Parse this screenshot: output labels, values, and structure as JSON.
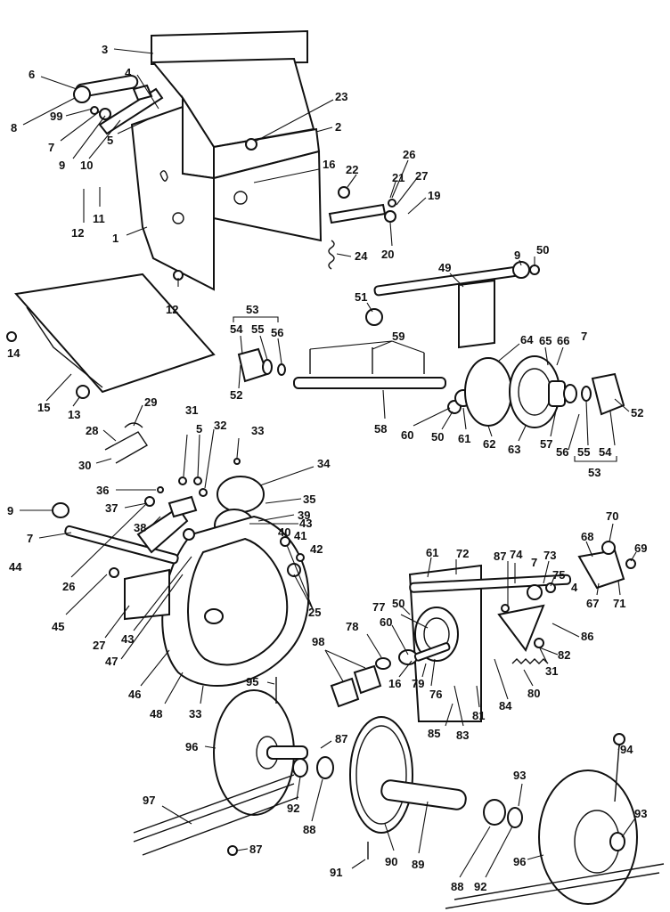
{
  "callouts": [
    {
      "id": "1",
      "text": "1",
      "x": 0,
      "y": 0
    },
    {
      "id": "2",
      "text": "2"
    },
    {
      "id": "3",
      "text": "3"
    },
    {
      "id": "4a",
      "text": "4"
    },
    {
      "id": "4b",
      "text": "4"
    },
    {
      "id": "5a",
      "text": "5"
    },
    {
      "id": "5b",
      "text": "5"
    },
    {
      "id": "6",
      "text": "6"
    },
    {
      "id": "7a",
      "text": "7"
    },
    {
      "id": "7b",
      "text": "7"
    },
    {
      "id": "7c",
      "text": "7"
    },
    {
      "id": "7d",
      "text": "7"
    },
    {
      "id": "8",
      "text": "8"
    },
    {
      "id": "9a",
      "text": "9"
    },
    {
      "id": "9b",
      "text": "9"
    },
    {
      "id": "9c",
      "text": "9"
    },
    {
      "id": "10",
      "text": "10"
    },
    {
      "id": "11",
      "text": "11"
    },
    {
      "id": "12a",
      "text": "12"
    },
    {
      "id": "12b",
      "text": "12"
    },
    {
      "id": "13",
      "text": "13"
    },
    {
      "id": "14",
      "text": "14"
    },
    {
      "id": "15",
      "text": "15"
    },
    {
      "id": "16a",
      "text": "16"
    },
    {
      "id": "16b",
      "text": "16"
    },
    {
      "id": "19",
      "text": "19"
    },
    {
      "id": "20",
      "text": "20"
    },
    {
      "id": "21",
      "text": "21"
    },
    {
      "id": "22",
      "text": "22"
    },
    {
      "id": "23",
      "text": "23"
    },
    {
      "id": "24",
      "text": "24"
    },
    {
      "id": "25",
      "text": "25"
    },
    {
      "id": "26a",
      "text": "26"
    },
    {
      "id": "26b",
      "text": "26"
    },
    {
      "id": "27a",
      "text": "27"
    },
    {
      "id": "27b",
      "text": "27"
    },
    {
      "id": "28",
      "text": "28"
    },
    {
      "id": "29",
      "text": "29"
    },
    {
      "id": "30",
      "text": "30"
    },
    {
      "id": "31a",
      "text": "31"
    },
    {
      "id": "31b",
      "text": "31"
    },
    {
      "id": "32",
      "text": "32"
    },
    {
      "id": "33a",
      "text": "33"
    },
    {
      "id": "33b",
      "text": "33"
    },
    {
      "id": "34",
      "text": "34"
    },
    {
      "id": "35",
      "text": "35"
    },
    {
      "id": "36",
      "text": "36"
    },
    {
      "id": "37",
      "text": "37"
    },
    {
      "id": "38",
      "text": "38"
    },
    {
      "id": "39",
      "text": "39"
    },
    {
      "id": "40",
      "text": "40"
    },
    {
      "id": "41",
      "text": "41"
    },
    {
      "id": "42",
      "text": "42"
    },
    {
      "id": "43a",
      "text": "43"
    },
    {
      "id": "43b",
      "text": "43"
    },
    {
      "id": "44",
      "text": "44"
    },
    {
      "id": "45",
      "text": "45"
    },
    {
      "id": "46",
      "text": "46"
    },
    {
      "id": "47",
      "text": "47"
    },
    {
      "id": "48",
      "text": "48"
    },
    {
      "id": "49",
      "text": "49"
    },
    {
      "id": "50a",
      "text": "50"
    },
    {
      "id": "50b",
      "text": "50"
    },
    {
      "id": "50c",
      "text": "50"
    },
    {
      "id": "51",
      "text": "51"
    },
    {
      "id": "52a",
      "text": "52"
    },
    {
      "id": "52b",
      "text": "52"
    },
    {
      "id": "53a",
      "text": "53"
    },
    {
      "id": "53b",
      "text": "53"
    },
    {
      "id": "54a",
      "text": "54"
    },
    {
      "id": "54b",
      "text": "54"
    },
    {
      "id": "55a",
      "text": "55"
    },
    {
      "id": "55b",
      "text": "55"
    },
    {
      "id": "56a",
      "text": "56"
    },
    {
      "id": "56b",
      "text": "56"
    },
    {
      "id": "57",
      "text": "57"
    },
    {
      "id": "58",
      "text": "58"
    },
    {
      "id": "59",
      "text": "59"
    },
    {
      "id": "60a",
      "text": "60"
    },
    {
      "id": "60b",
      "text": "60"
    },
    {
      "id": "61a",
      "text": "61"
    },
    {
      "id": "61b",
      "text": "61"
    },
    {
      "id": "62",
      "text": "62"
    },
    {
      "id": "63",
      "text": "63"
    },
    {
      "id": "64",
      "text": "64"
    },
    {
      "id": "65",
      "text": "65"
    },
    {
      "id": "66",
      "text": "66"
    },
    {
      "id": "67",
      "text": "67"
    },
    {
      "id": "68",
      "text": "68"
    },
    {
      "id": "69",
      "text": "69"
    },
    {
      "id": "70",
      "text": "70"
    },
    {
      "id": "71",
      "text": "71"
    },
    {
      "id": "72",
      "text": "72"
    },
    {
      "id": "73",
      "text": "73"
    },
    {
      "id": "74",
      "text": "74"
    },
    {
      "id": "75",
      "text": "75"
    },
    {
      "id": "76",
      "text": "76"
    },
    {
      "id": "77",
      "text": "77"
    },
    {
      "id": "78",
      "text": "78"
    },
    {
      "id": "79",
      "text": "79"
    },
    {
      "id": "80",
      "text": "80"
    },
    {
      "id": "81",
      "text": "81"
    },
    {
      "id": "82",
      "text": "82"
    },
    {
      "id": "83",
      "text": "83"
    },
    {
      "id": "84",
      "text": "84"
    },
    {
      "id": "85",
      "text": "85"
    },
    {
      "id": "86",
      "text": "86"
    },
    {
      "id": "87a",
      "text": "87"
    },
    {
      "id": "87b",
      "text": "87"
    },
    {
      "id": "87c",
      "text": "87"
    },
    {
      "id": "88a",
      "text": "88"
    },
    {
      "id": "88b",
      "text": "88"
    },
    {
      "id": "89",
      "text": "89"
    },
    {
      "id": "90",
      "text": "90"
    },
    {
      "id": "91",
      "text": "91"
    },
    {
      "id": "92a",
      "text": "92"
    },
    {
      "id": "92b",
      "text": "92"
    },
    {
      "id": "93a",
      "text": "93"
    },
    {
      "id": "93b",
      "text": "93"
    },
    {
      "id": "94",
      "text": "94"
    },
    {
      "id": "95",
      "text": "95"
    },
    {
      "id": "96a",
      "text": "96"
    },
    {
      "id": "96b",
      "text": "96"
    },
    {
      "id": "97",
      "text": "97"
    },
    {
      "id": "98",
      "text": "98"
    },
    {
      "id": "99",
      "text": "99"
    }
  ]
}
